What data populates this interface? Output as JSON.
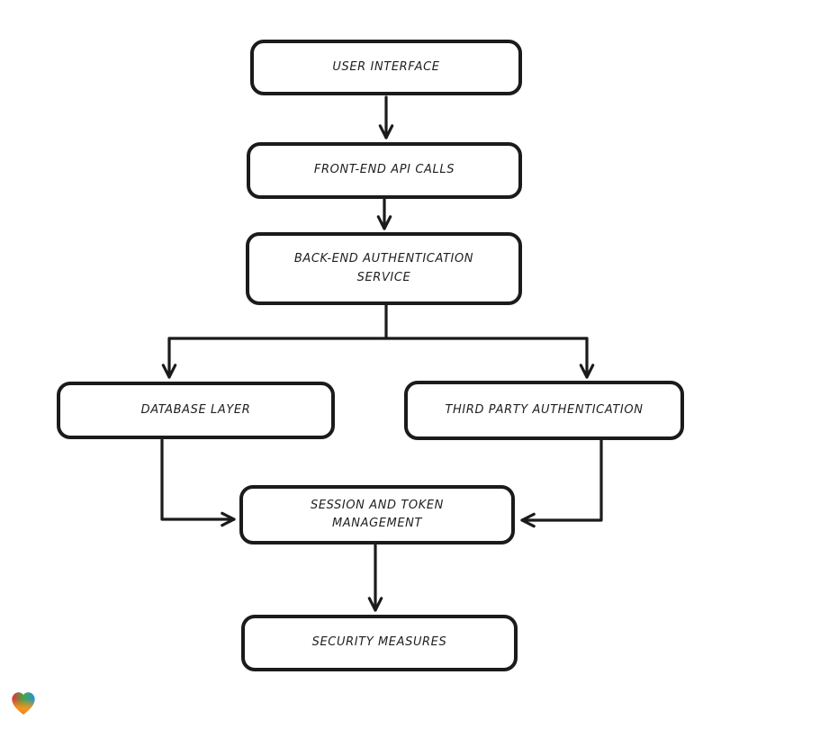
{
  "diagram": {
    "type": "flowchart",
    "nodes": [
      {
        "id": "user-interface",
        "label": "USER INTERFACE"
      },
      {
        "id": "front-end-api-calls",
        "label": "FRONT-END API CALLS"
      },
      {
        "id": "back-end-authentication-service",
        "label": "BACK-END AUTHENTICATION SERVICE"
      },
      {
        "id": "database-layer",
        "label": "DATABASE LAYER"
      },
      {
        "id": "third-party-authentication",
        "label": "THIRD PARTY AUTHENTICATION"
      },
      {
        "id": "session-and-token-management",
        "label": "SESSION AND TOKEN MANAGEMENT"
      },
      {
        "id": "security-measures",
        "label": "SECURITY MEASURES"
      }
    ],
    "edges": [
      {
        "from": "user-interface",
        "to": "front-end-api-calls",
        "arrow": "down"
      },
      {
        "from": "front-end-api-calls",
        "to": "back-end-authentication-service",
        "arrow": "down"
      },
      {
        "from": "back-end-authentication-service",
        "to": "database-layer",
        "arrow": "down"
      },
      {
        "from": "back-end-authentication-service",
        "to": "third-party-authentication",
        "arrow": "down"
      },
      {
        "from": "database-layer",
        "to": "session-and-token-management",
        "arrow": "right-into-left-side"
      },
      {
        "from": "third-party-authentication",
        "to": "session-and-token-management",
        "arrow": "left-into-right-side"
      },
      {
        "from": "session-and-token-management",
        "to": "security-measures",
        "arrow": "down"
      }
    ],
    "colors": {
      "background": "#ffffff",
      "node_fill": "#ffffff",
      "stroke": "#1b1b1b",
      "text": "#1f1f1f"
    }
  },
  "branding": {
    "logo_icon": "gradient-heart-logo",
    "logo_colors": {
      "red": "#e8323a",
      "green": "#46a546",
      "blue": "#2196d9",
      "orange": "#f7941d"
    }
  }
}
